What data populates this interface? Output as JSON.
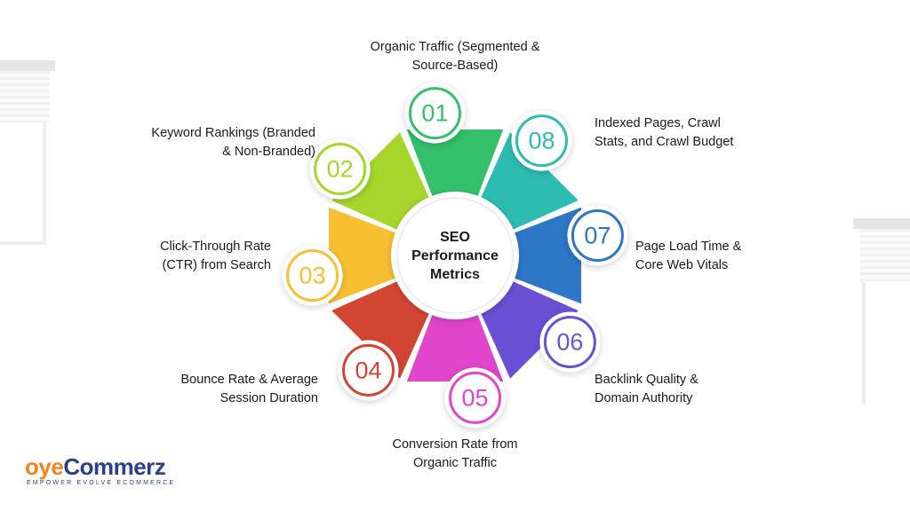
{
  "center": {
    "line1": "SEO",
    "line2": "Performance",
    "line3": "Metrics"
  },
  "items": [
    {
      "num": "01",
      "label": "Organic Traffic (Segmented &\nSource-Based)",
      "color": "#34c06a"
    },
    {
      "num": "02",
      "label": "Keyword Rankings (Branded\n& Non-Branded)",
      "color": "#a6d62c"
    },
    {
      "num": "03",
      "label": "Click-Through Rate\n(CTR) from Search",
      "color": "#f8bf32"
    },
    {
      "num": "04",
      "label": "Bounce Rate & Average\nSession Duration",
      "color": "#d34533"
    },
    {
      "num": "05",
      "label": "Conversion Rate from\nOrganic Traffic",
      "color": "#e045cc"
    },
    {
      "num": "06",
      "label": "Backlink Quality &\nDomain Authority",
      "color": "#6a50d4"
    },
    {
      "num": "07",
      "label": "Page Load Time &\nCore Web Vitals",
      "color": "#2d77c6"
    },
    {
      "num": "08",
      "label": "Indexed Pages, Crawl\nStats, and Crawl Budget",
      "color": "#2cbcb0"
    }
  ],
  "logo": {
    "part1": "oye",
    "part2": "Commerz",
    "tagline": "EMPOWER EVOLVE ECOMMERCE"
  }
}
